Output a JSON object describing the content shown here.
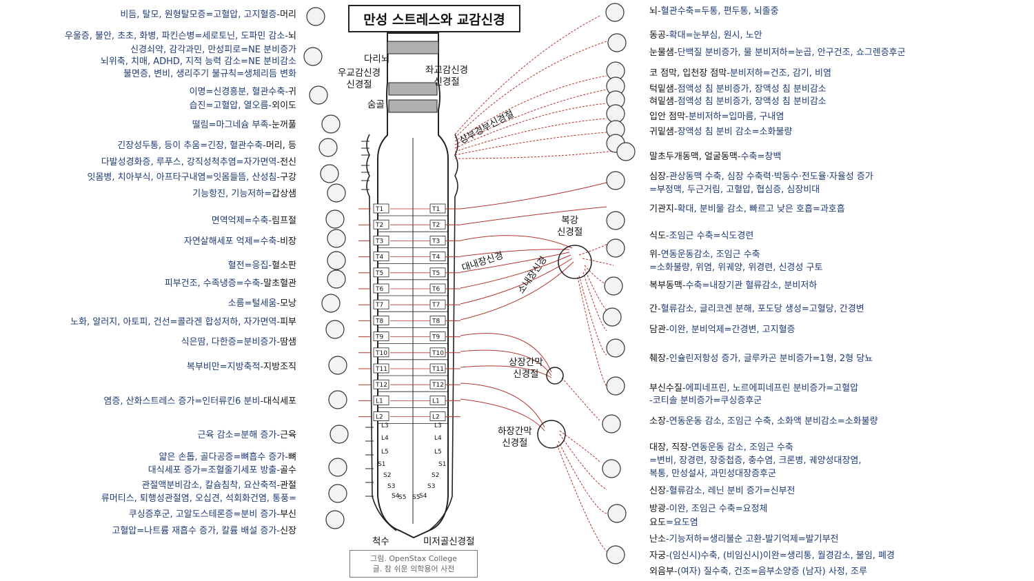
{
  "title": "만성 스트레스와 교감신경",
  "credit": {
    "line1": "그림. OpenStax College",
    "line2": "글. 참 쉬운 의학용어 사전"
  },
  "spine_labels": {
    "medulla": "다리뇌",
    "parasym": [
      "우교감신경",
      "신경절"
    ],
    "sym_left": [
      "좌교감신경",
      "신경절"
    ],
    "medulla2": "숨골",
    "cervical": "상부경부신경절",
    "celiac": [
      "복강",
      "신경절"
    ],
    "greater": "대내장신경",
    "lesser": "소내장신경",
    "superior_mes": [
      "상장간막",
      "신경절"
    ],
    "inferior_mes": [
      "하장간막",
      "신경절"
    ],
    "spinal_cord": "척수",
    "coccygeal": "미저골신경절"
  },
  "segments": [
    "T1",
    "T2",
    "T3",
    "T4",
    "T5",
    "T6",
    "T7",
    "T8",
    "T9",
    "T10",
    "T11",
    "T12",
    "L1",
    "L2"
  ],
  "lower_segments": [
    "L3",
    "L4",
    "L5",
    "S1",
    "S2",
    "S3",
    "S4",
    "S5"
  ],
  "left_labels": [
    {
      "effect": "비듬, 탈모, 원형탈모증=고혈압, 고지혈증-",
      "organ": "머리"
    },
    {
      "effect": "우울증, 불안, 초초, 화병, 파킨슨병=세로토닌, 도파민 감소-",
      "organ": "뇌"
    },
    {
      "effect": "신경쇠약, 감각과민, 만성피로=NE 분비증가",
      "organ": ""
    },
    {
      "effect": "뇌위축, 치매, ADHD, 지적 능력 감소=NE 분비감소",
      "organ": ""
    },
    {
      "effect": "불면증, 변비, 생리주기 불규칙=생체리듬 변화",
      "organ": ""
    },
    {
      "effect": "이명=신경흥분, 혈관수축-",
      "organ": "귀"
    },
    {
      "effect": "습진=고혈압, 열오름-",
      "organ": "외이도"
    },
    {
      "effect": "떨림=마그네슘 부족-",
      "organ": "눈꺼풀"
    },
    {
      "effect": "긴장성두통, 등이 추움=긴장, 혈관수축-",
      "organ": "머리, 등"
    },
    {
      "effect": "다발성경화증, 루푸스, 강직성척추염=자가면역-",
      "organ": "전신"
    },
    {
      "effect": "잇몸병, 치아부식, 아프타구내염=잇몸들뜸, 산성침-",
      "organ": "구강"
    },
    {
      "effect": "기능항진, 기능저하=",
      "organ": "갑상샘"
    },
    {
      "effect": "면역억제=수축-",
      "organ": "림프절"
    },
    {
      "effect": "자연살해세포 억제=수축-",
      "organ": "비장"
    },
    {
      "effect": "혈전=응집-",
      "organ": "혈소판"
    },
    {
      "effect": "피부건조, 수족냉증=수축-",
      "organ": "말초혈관"
    },
    {
      "effect": "소름=털세움-",
      "organ": "모낭"
    },
    {
      "effect": "노화, 알러지, 아토피, 건선=콜라겐 합성저하, 자가면역-",
      "organ": "피부"
    },
    {
      "effect": "식은땀, 다한증=분비증가-",
      "organ": "땀샘"
    },
    {
      "effect": "복부비만=지방축적-",
      "organ": "지방조직"
    },
    {
      "effect": "염증, 산화스트레스 증가=인터류킨6 분비-",
      "organ": "대식세포"
    },
    {
      "effect": "근육 감소=분해 증가-",
      "organ": "근육"
    },
    {
      "effect": "얇은 손톱, 골다공증=뼈흡수 증가-",
      "organ": "뼈"
    },
    {
      "effect": "대식세포 증가=조혈줄기세포 방출-",
      "organ": "골수"
    },
    {
      "effect": "관절액분비감소, 칼슘침착, 요산축적-",
      "organ": "관절"
    },
    {
      "effect": "류머티스, 퇴행성관절염, 오십견, 석회화건염, 통풍=",
      "organ": ""
    },
    {
      "effect": "쿠싱증후군, 고알도스테론증=분비 증가-",
      "organ": "부신"
    },
    {
      "effect": "고혈압=나트륨 재흡수 증가, 칼륨 배설 증가-",
      "organ": "신장"
    }
  ],
  "right_labels": [
    {
      "organ": "뇌",
      "effect": "-혈관수축=두통, 편두통, 뇌졸중"
    },
    {
      "organ": "동공",
      "effect": "-확대=눈부심, 원시, 노안"
    },
    {
      "organ": "눈물샘",
      "effect": "-단백질 분비증가, 물 분비저하=눈곱, 안구건조, 쇼그렌증후군"
    },
    {
      "organ": "코 점막, 입천장 점막",
      "effect": "-분비저하=건조, 감기, 비염"
    },
    {
      "organ": "턱밑샘",
      "effect": "-점액성 침 분비증가, 장액성 침 분비감소"
    },
    {
      "organ": "혀밑샘",
      "effect": "-점액성 침 분비증가, 장액성 침 분비감소"
    },
    {
      "organ": "입안 점막",
      "effect": "-분비저하=입마름, 구내염"
    },
    {
      "organ": "귀밑샘",
      "effect": "-장액성 침 분비 감소=소화불량"
    },
    {
      "organ": "말초두개동맥, 얼굴동맥",
      "effect": "-수축=창백"
    },
    {
      "organ": "심장",
      "effect": "-관상동맥 수축, 심장 수축력·박동수·전도율·자율성 증가"
    },
    {
      "organ": "",
      "effect": "=부정맥, 두근거림, 고혈압, 협심증, 심장비대"
    },
    {
      "organ": "기관지",
      "effect": "-확대, 분비물 감소, 빠르고 낮은 호흡=과호흡"
    },
    {
      "organ": "식도",
      "effect": "-조임근 수축=식도경련"
    },
    {
      "organ": "위",
      "effect": "-연동운동감소, 조임근 수축"
    },
    {
      "organ": "",
      "effect": "=소화불량, 위염, 위궤양, 위경련, 신경성 구토"
    },
    {
      "organ": "복부동맥",
      "effect": "-수축=내장기관 혈류감소, 분비저하"
    },
    {
      "organ": "간",
      "effect": "-혈류감소, 글리코겐 분해, 포도당 생성=고혈당, 간경변"
    },
    {
      "organ": "담관",
      "effect": "-이완, 분비억제=간경변, 고지혈증"
    },
    {
      "organ": "췌장",
      "effect": "-인슐린저항성 증가, 글루카곤 분비증가=1형, 2형 당뇨"
    },
    {
      "organ": "부신수질",
      "effect": "-에피네프린, 노르에피네프린 분비증가=고혈압"
    },
    {
      "organ": "",
      "effect": "-코티솔 분비증가=쿠싱증후군"
    },
    {
      "organ": "소장",
      "effect": "-연동운동 감소, 조임근 수축, 소화액 분비감소=소화불량"
    },
    {
      "organ": "대장, 직장",
      "effect": "-연동운동 감소, 조임근 수축"
    },
    {
      "organ": "",
      "effect": "=변비, 장경련, 장중첩증, 충수염, 크론병, 궤양성대장염,"
    },
    {
      "organ": "",
      "effect": "복통, 만성설사, 과민성대장증후군"
    },
    {
      "organ": "신장",
      "effect": "-혈류감소, 레닌 분비 증가=신부전"
    },
    {
      "organ": "방광",
      "effect": "-이완, 조임근 수축=요정체"
    },
    {
      "organ": "요도",
      "effect": "=요도염"
    },
    {
      "organ": "난소",
      "effect": "-기능저하=생리불순 고환-발기억제=발기부전"
    },
    {
      "organ": "자궁",
      "effect": "-(임신시)수축, (비임신시)이완=생리통, 월경감소, 불임, 폐경"
    },
    {
      "organ": "외음부",
      "effect": "-(여자) 질수축, 건조=음부소양증 (남자) 사정, 조루"
    }
  ],
  "colors": {
    "nerve": "#b5332b",
    "label_blue": "#1f3b78",
    "outline": "#222222",
    "ganglia_fill": "#b0b0b0"
  }
}
